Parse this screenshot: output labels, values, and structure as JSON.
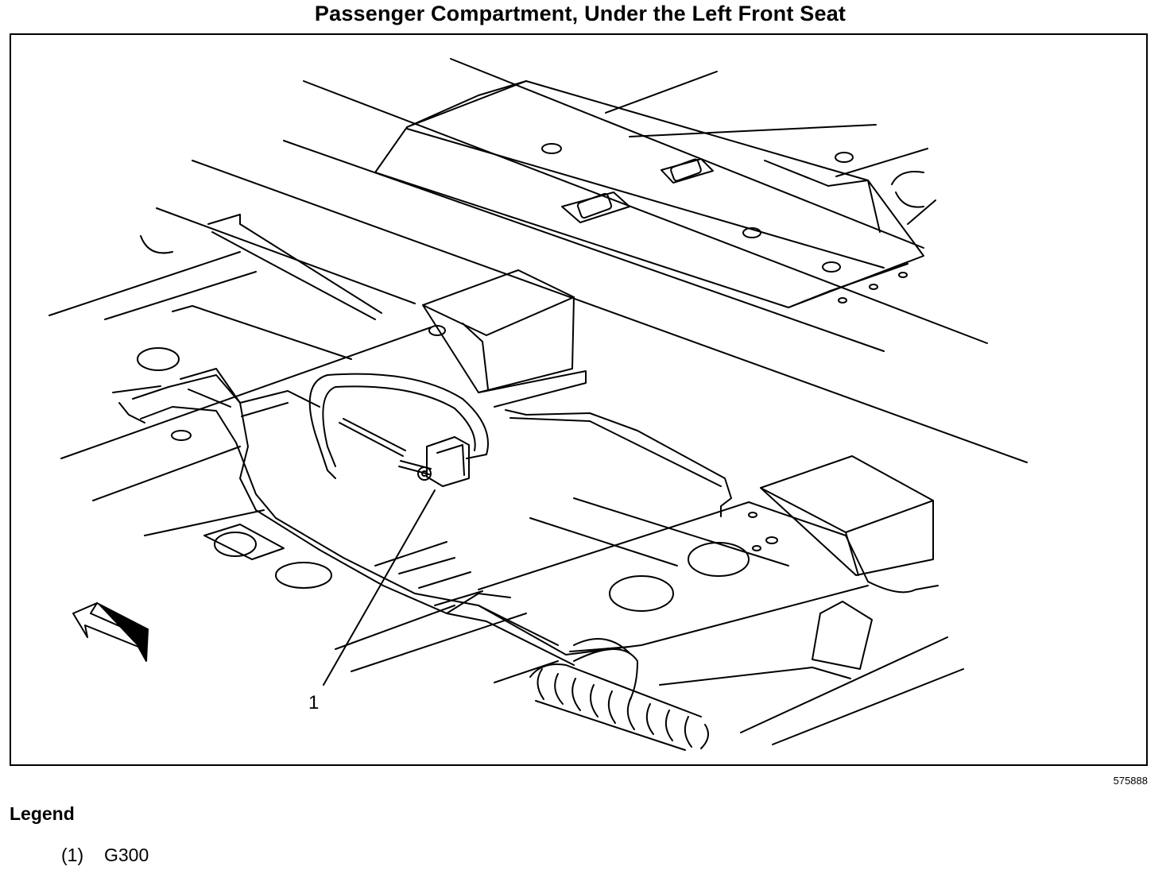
{
  "title": "Passenger Compartment, Under the Left Front Seat",
  "figure_number": "575888",
  "callout_label": "1",
  "legend": {
    "heading": "Legend",
    "items": [
      {
        "number": "(1)",
        "text": "G300"
      }
    ]
  }
}
